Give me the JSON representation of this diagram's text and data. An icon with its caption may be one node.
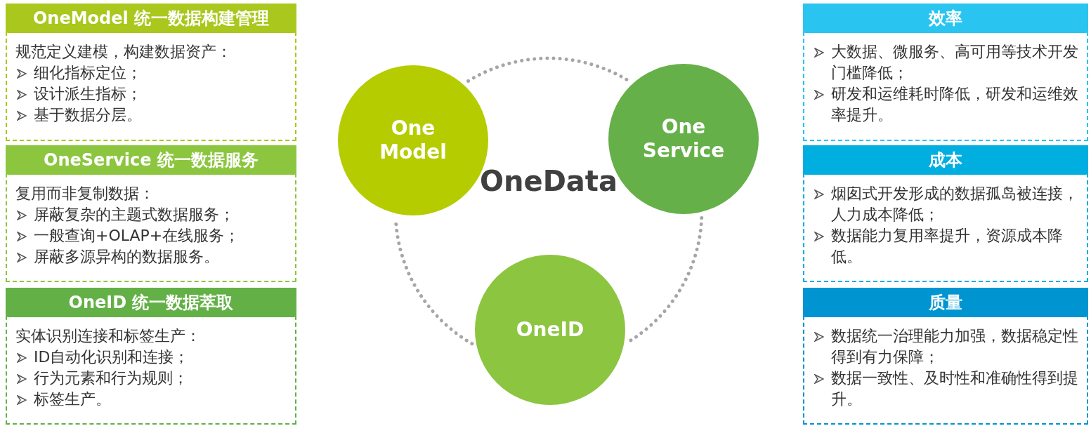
{
  "diagram": {
    "nodes": [
      {
        "text": [
          "OneModel 统一数据构建管理",
          "规范定义建模，构建数据资产：",
          "细化指标定位；",
          "设计派生指标；",
          "基于数据分层。"
        ]
      },
      {
        "text": [
          "OneService 统一数据服务",
          "复用而非复制数据：",
          "屏蔽复杂的主题式数据服务；",
          "一般查询+OLAP+在线服务；",
          "屏蔽多源异构的数据服务。"
        ]
      },
      {
        "text": [
          "OneID 统一数据萃取",
          "实体识别连接和标签生产：",
          "ID自动化识别和连接；",
          "行为元素和行为规则；",
          "标签生产。"
        ]
      },
      {
        "text": [
          "One Model"
        ]
      },
      {
        "text": [
          "One Service"
        ]
      },
      {
        "text": [
          "OneID"
        ]
      },
      {
        "text": [
          "效率",
          "大数据、微服务、高可用等技术开发门槛降低；",
          "研发和运维耗时降低，研发和运维效率提升。"
        ]
      },
      {
        "text": [
          "成本",
          "烟囱式开发形成的数据孤岛被连接，人力成本降低；",
          "数据能力复用率提升，资源成本降低。"
        ]
      },
      {
        "text": [
          "质量",
          "数据统一治理能力加强，数据稳定性得到有力保障；",
          "数据一致性、及时性和准确性得到提升。"
        ]
      }
    ],
    "edges": [
      {
        "from": 3,
        "to": 4,
        "arrow": "none",
        "style": "dashed"
      },
      {
        "from": 4,
        "to": 5,
        "arrow": "none",
        "style": "dashed"
      },
      {
        "from": 5,
        "to": 3,
        "arrow": "none",
        "style": "dashed"
      }
    ],
    "labels": [
      "OneData"
    ]
  }
}
